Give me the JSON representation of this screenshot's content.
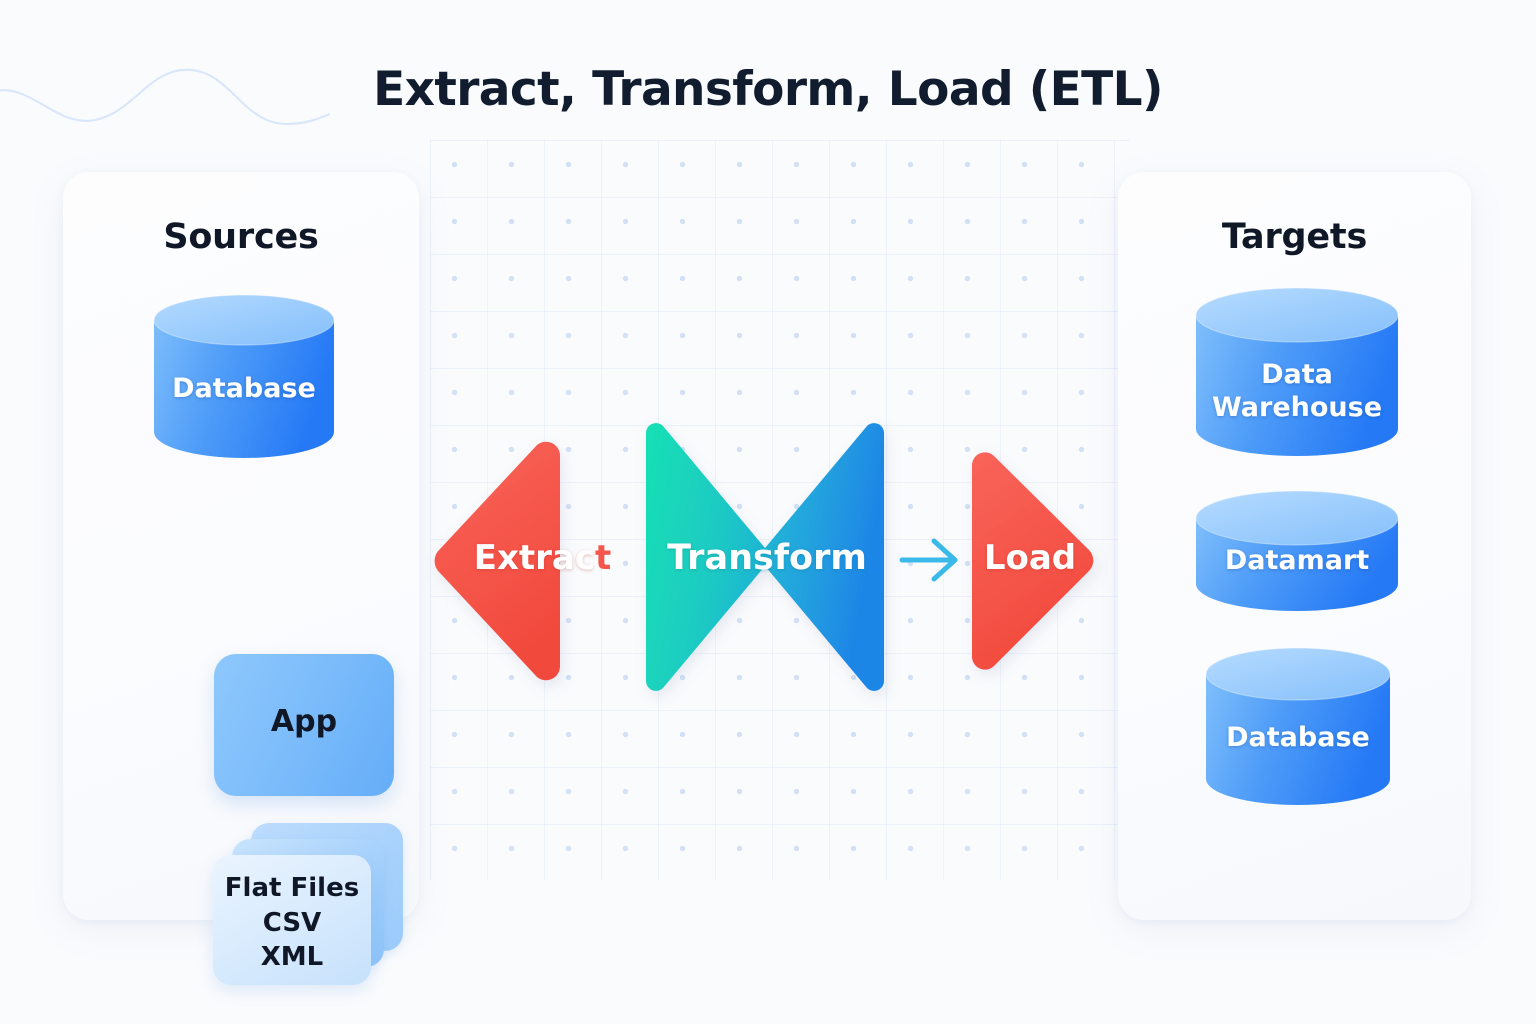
{
  "page": {
    "title": "Extract, Transform, Load (ETL)",
    "background_color": "#fafbfd"
  },
  "colors": {
    "title_text": "#111c2e",
    "panel_bg": "#fbfcfe",
    "accent_red": "#f4564a",
    "accent_teal": "#17dfc0",
    "accent_blue": "#1f8fe6",
    "cylinder_blue": "#2b7ef6",
    "cylinder_top": "#8fc4fb",
    "dot_teal": "#17dfc0",
    "arrow_blue": "#3bb9e8"
  },
  "sources": {
    "title": "Sources",
    "items": [
      {
        "label": "Database",
        "shape": "cylinder"
      },
      {
        "label": "App",
        "shape": "rounded-rect"
      },
      {
        "label": "Flat Files\nCSV\nXML",
        "label_lines": [
          "Flat Files",
          "CSV",
          "XML"
        ],
        "shape": "sheet-stack"
      }
    ],
    "more_indicator": "…"
  },
  "targets": {
    "title": "Targets",
    "items": [
      {
        "label_lines": [
          "Data",
          "Warehouse"
        ],
        "shape": "cylinder"
      },
      {
        "label_lines": [
          "Datamart"
        ],
        "shape": "cylinder"
      },
      {
        "label_lines": [
          "Database"
        ],
        "shape": "cylinder"
      }
    ],
    "more_indicator": "…"
  },
  "pipeline": {
    "stages": [
      {
        "name": "extract",
        "label": "Extract",
        "shape": "triangle-left",
        "color": "#f4564a"
      },
      {
        "name": "transform",
        "label": "Transform",
        "shape": "bowtie",
        "color_from": "#18e0b4",
        "color_to": "#1f8fe6"
      },
      {
        "name": "load",
        "label": "Load",
        "shape": "triangle-right",
        "color": "#f4564a"
      }
    ],
    "connector": {
      "name": "arrow-right",
      "color": "#3bb9e8"
    },
    "extract_label_head": "Extrac",
    "extract_label_tail": "t"
  }
}
